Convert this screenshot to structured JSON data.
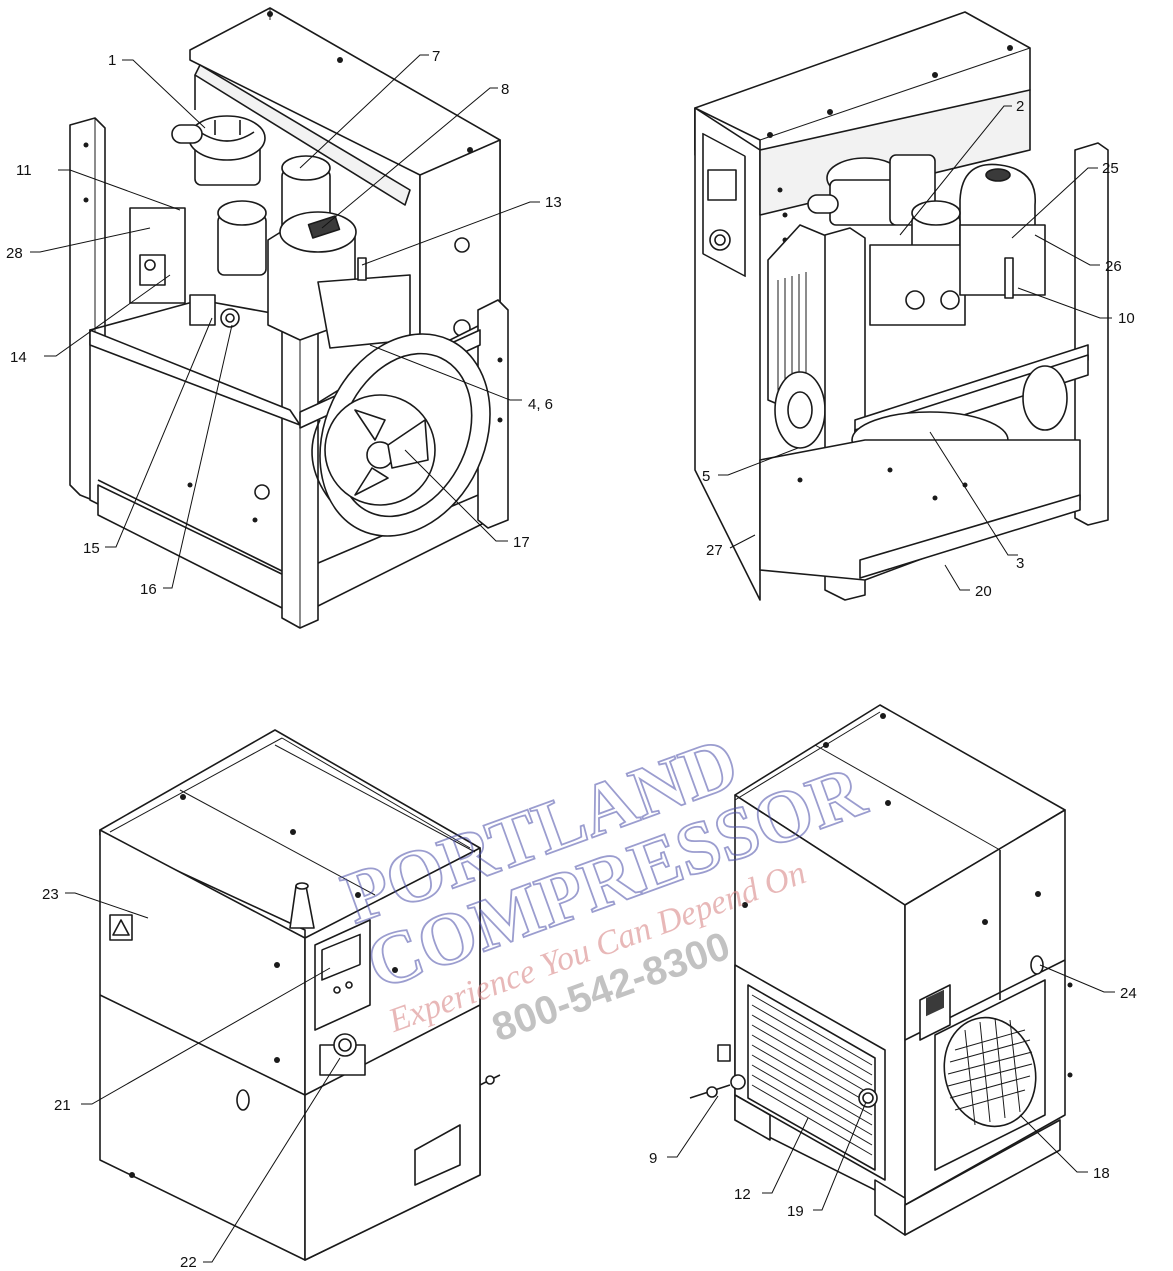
{
  "callouts": [
    {
      "id": "c1",
      "label": "1"
    },
    {
      "id": "c2",
      "label": "2"
    },
    {
      "id": "c3",
      "label": "3"
    },
    {
      "id": "c46",
      "label": "4, 6"
    },
    {
      "id": "c5",
      "label": "5"
    },
    {
      "id": "c7",
      "label": "7"
    },
    {
      "id": "c8",
      "label": "8"
    },
    {
      "id": "c9",
      "label": "9"
    },
    {
      "id": "c10",
      "label": "10"
    },
    {
      "id": "c11",
      "label": "11"
    },
    {
      "id": "c12",
      "label": "12"
    },
    {
      "id": "c13",
      "label": "13"
    },
    {
      "id": "c14",
      "label": "14"
    },
    {
      "id": "c15",
      "label": "15"
    },
    {
      "id": "c16",
      "label": "16"
    },
    {
      "id": "c17",
      "label": "17"
    },
    {
      "id": "c18",
      "label": "18"
    },
    {
      "id": "c19",
      "label": "19"
    },
    {
      "id": "c20",
      "label": "20"
    },
    {
      "id": "c21",
      "label": "21"
    },
    {
      "id": "c22",
      "label": "22"
    },
    {
      "id": "c23",
      "label": "23"
    },
    {
      "id": "c24",
      "label": "24"
    },
    {
      "id": "c25",
      "label": "25"
    },
    {
      "id": "c26",
      "label": "26"
    },
    {
      "id": "c27",
      "label": "27"
    },
    {
      "id": "c28",
      "label": "28"
    }
  ],
  "watermark": {
    "line1": "PORTLAND",
    "line2": "COMPRESSOR",
    "tagline": "Experience You Can Depend On",
    "phone": "800-542-8300"
  }
}
